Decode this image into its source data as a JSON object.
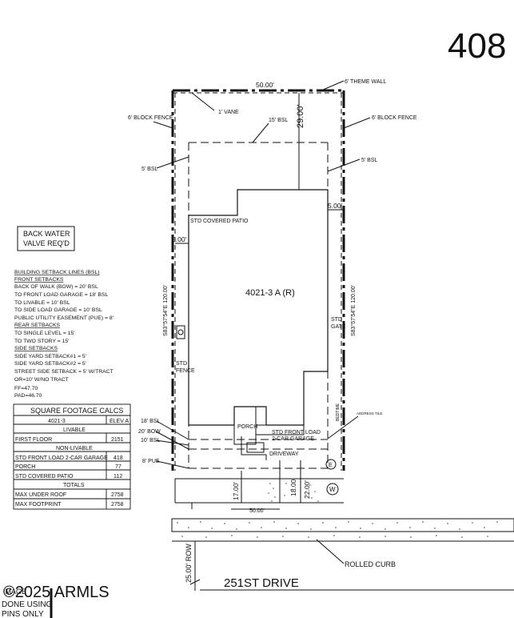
{
  "lot_number": "408",
  "plan_label": "4021-3 A (R)",
  "annotations": {
    "theme_wall": "6' THEME WALL",
    "vane": "1' VANE",
    "block_fence_left": "6' BLOCK FENCE",
    "block_fence_right": "6' BLOCK FENCE",
    "bsl15": "15' BSL",
    "bsl5_left": "5' BSL",
    "bsl5_right": "5' BSL",
    "std_covered_patio": "STD COVERED PATIO",
    "std_fence": "STD FENCE",
    "std_gate": "STD GATE",
    "porch": "PORCH",
    "std_front_load": "STD FRONT LOAD",
    "car_garage": "2-CAR GARAGE",
    "driveway": "DRIVEWAY",
    "bsl18": "18' BSL",
    "bow20": "20' BOW",
    "bsl10": "10' BSL",
    "pue8": "8' PUE",
    "address_tile": "ADDRESS TILE",
    "bedtime": "BEDTIME",
    "electric": "E",
    "water": "W",
    "row": "25.00' ROW",
    "street": "251ST DRIVE",
    "rolled_curb": "ROLLED CURB",
    "bearing_left": "S83°57'54\"E 120.00'",
    "bearing_right": "S83°57'54\"E 120.00'"
  },
  "dimensions": {
    "top_width": "50.00'",
    "rear_setback": "29.00'",
    "right_offset": "5.00'",
    "left_offset": "5.00'",
    "front_17": "17.00'",
    "front_18": "18.00'",
    "front_22": "22.00'",
    "bottom_width": "50.00'"
  },
  "back_water": [
    "BACK WATER",
    "VALVE REQ'D"
  ],
  "setback_notes": [
    "BUILDING SETBACK LINES (BSL)",
    "FRONT SETBACKS",
    "BACK OF WALK (BOW) = 20' BSL",
    "TO FRONT LOAD GARAGE = 18' BSL",
    "TO LIVABLE = 10' BSL",
    "TO SIDE LOAD GARAGE = 10' BSL",
    "PUBLIC UTILITY EASEMENT (PUE) = 8'",
    "REAR SETBACKS",
    "TO SINGLE LEVEL = 15'",
    "TO TWO STORY = 15'",
    "SIDE SETBACKS",
    "SIDE YARD SETBACK#1 = 5'",
    "SIDE YARD SETBACK#2 = 5'",
    "STREET SIDE SETBACK = 5' W/TRACT",
    "OR=10' W/NO TRACT",
    "FF=47.70",
    "PAD=46.70"
  ],
  "sqft_table": {
    "title": "SQUARE FOOTAGE CALCS",
    "col_plan": "4021-3",
    "col_elev": "ELEV A",
    "rows": [
      {
        "label": "LIVABLE",
        "value": "",
        "section": true
      },
      {
        "label": "FIRST FLOOR",
        "value": "2151",
        "section": false
      },
      {
        "label": "NON-LIVABLE",
        "value": "",
        "section": true
      },
      {
        "label": "STD FRONT LOAD 2-CAR GARAGE",
        "value": "418",
        "section": false
      },
      {
        "label": "PORCH",
        "value": "77",
        "section": false
      },
      {
        "label": "STD COVERED PATIO",
        "value": "112",
        "section": false
      },
      {
        "label": "TOTALS",
        "value": "",
        "section": true
      },
      {
        "label": "MAX UNDER ROOF",
        "value": "2758",
        "section": false
      },
      {
        "label": "MAX FOOTPRINT",
        "value": "2758",
        "section": false
      }
    ]
  },
  "watermark": "©2025 ARMLS",
  "watermark_fragments": [
    "IMAGE",
    "DONE USING",
    "PINS ONLY"
  ]
}
